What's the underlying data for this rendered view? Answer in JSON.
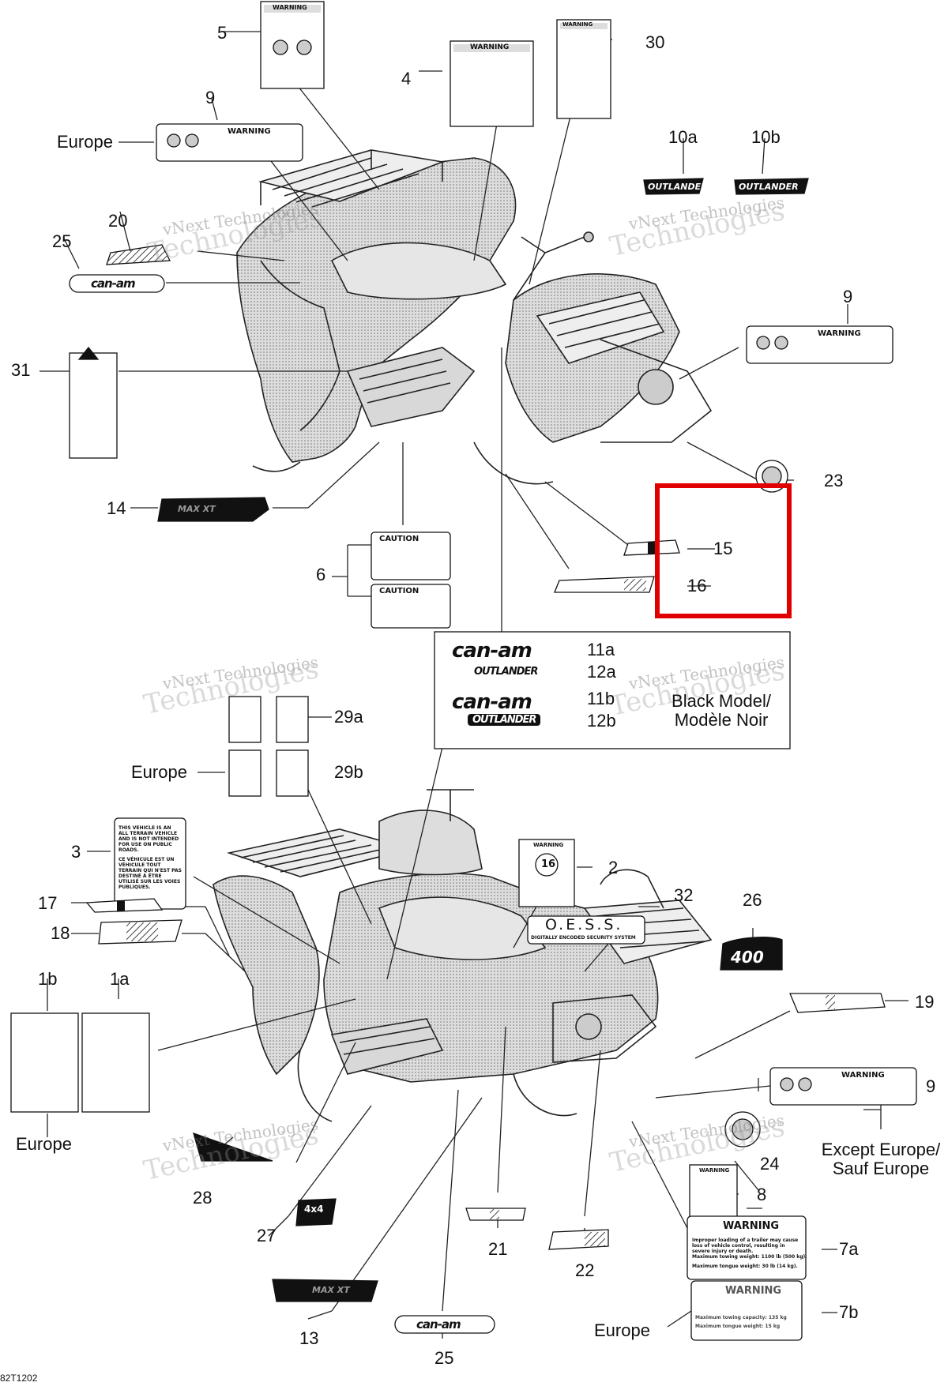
{
  "diagram_code": "82T1202",
  "watermark": {
    "company": "vNext Technologies",
    "company_line1": "vNext",
    "company_line2": "Technologies"
  },
  "highlight_color": "#e00000",
  "callouts": {
    "c5": "5",
    "c4": "4",
    "c30": "30",
    "c9_top": "9",
    "c10a": "10a",
    "c10b": "10b",
    "c20": "20",
    "c25_top": "25",
    "c9_right": "9",
    "c31": "31",
    "c14": "14",
    "c23": "23",
    "c15": "15",
    "c16": "16",
    "c6": "6",
    "c11a": "11a",
    "c12a": "12a",
    "c11b": "11b",
    "c12b": "12b",
    "c29a": "29a",
    "c29b": "29b",
    "c3": "3",
    "c2": "2",
    "c32": "32",
    "c26": "26",
    "c17": "17",
    "c18": "18",
    "c1b": "1b",
    "c1a": "1a",
    "c19": "19",
    "c9_bottom": "9",
    "c28": "28",
    "c24": "24",
    "c8": "8",
    "c27": "27",
    "c21": "21",
    "c22": "22",
    "c7a": "7a",
    "c7b": "7b",
    "c13": "13",
    "c25_bottom": "25"
  },
  "region_notes": {
    "europe_9": "Europe",
    "europe_29b": "Europe",
    "europe_1b": "Europe",
    "europe_7b": "Europe",
    "black_model_line1": "Black Model/",
    "black_model_line2": "Modèle Noir",
    "except_europe_line1": "Except Europe/",
    "except_europe_line2": "Sauf Europe"
  },
  "decals": {
    "warning": "WARNING",
    "caution": "CAUTION",
    "brand": "can-am",
    "outlander": "OUTLANDER",
    "max_xt": "MAX XT",
    "oess": "O.E.S.S.",
    "oess_sub": "DIGITALLY ENCODED SECURITY SYSTEM",
    "engine_400": "400",
    "four_by_four": "4x4",
    "age_16": "16",
    "atv_notice": "THIS VEHICLE IS AN ALL TERRAIN VEHICLE AND IS NOT INTENDED FOR USE ON PUBLIC ROADS.",
    "atv_notice_fr": "CE VÉHICULE EST UN VÉHICULE TOUT TERRAIN QUI N'EST PAS DESTINÉ À ÊTRE UTILISÉ SUR LES VOIES PUBLIQUES.",
    "warning_7a": "Improper loading of a trailer may cause loss of vehicle control, resulting in severe injury or death.",
    "warning_7a_l1": "Maximum towing weight: 1100 lb (500 kg).",
    "warning_7a_l2": "Maximum tongue weight: 30 lb (14 kg).",
    "warning_7b_l1": "Maximum towing capacity: 135 kg",
    "warning_7b_l2": "Maximum tongue weight: 15 kg"
  }
}
